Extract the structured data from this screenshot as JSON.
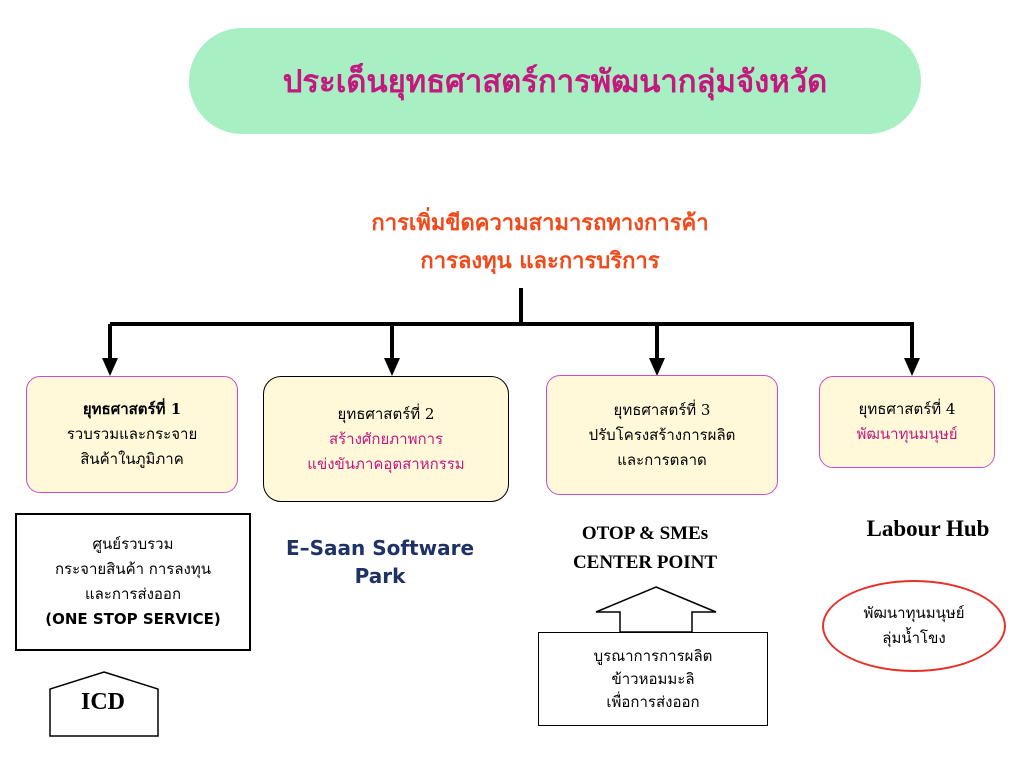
{
  "title": "ประเด็นยุทธศาสตร์การพัฒนากลุ่มจังหวัด",
  "goal": {
    "line1": "การเพิ่มขีดความสามารถทางการค้า",
    "line2": "การลงทุน และการบริการ"
  },
  "strategies": [
    {
      "heading": "ยุทธศาสตร์ที่ 1",
      "line1": "รวบรวมและกระจาย",
      "line2": "สินค้าในภูมิภาค"
    },
    {
      "heading": "ยุทธศาสตร์ที่ 2",
      "line1": "สร้างศักยภาพการ",
      "line2": "แข่งขันภาคอุตสาหกรรม"
    },
    {
      "heading": "ยุทธศาสตร์ที่ 3",
      "line1": "ปรับโครงสร้างการผลิต",
      "line2": "และการตลาด"
    },
    {
      "heading": "ยุทธศาสตร์ที่ 4",
      "line1": "พัฒนาทุนมนุษย์"
    }
  ],
  "center_box": {
    "line1": "ศูนย์รวบรวม",
    "line2": "กระจายสินค้า  การลงทุน",
    "line3": "และการส่งออก",
    "line4": "(ONE STOP SERVICE)"
  },
  "icd": "ICD",
  "esaan": {
    "line1": "E–Saan Software",
    "line2": "Park"
  },
  "otop": {
    "line1": "OTOP & SMEs",
    "line2": "CENTER POINT"
  },
  "rice_box": {
    "line1": "บูรณาการการผลิต",
    "line2": "ข้าวหอมมะลิ",
    "line3": "เพื่อการส่งออก"
  },
  "labour_hub": "Labour Hub",
  "mekong": {
    "line1": "พัฒนาทุนมนุษย์",
    "line2": "ลุ่มน้ำโขง"
  }
}
